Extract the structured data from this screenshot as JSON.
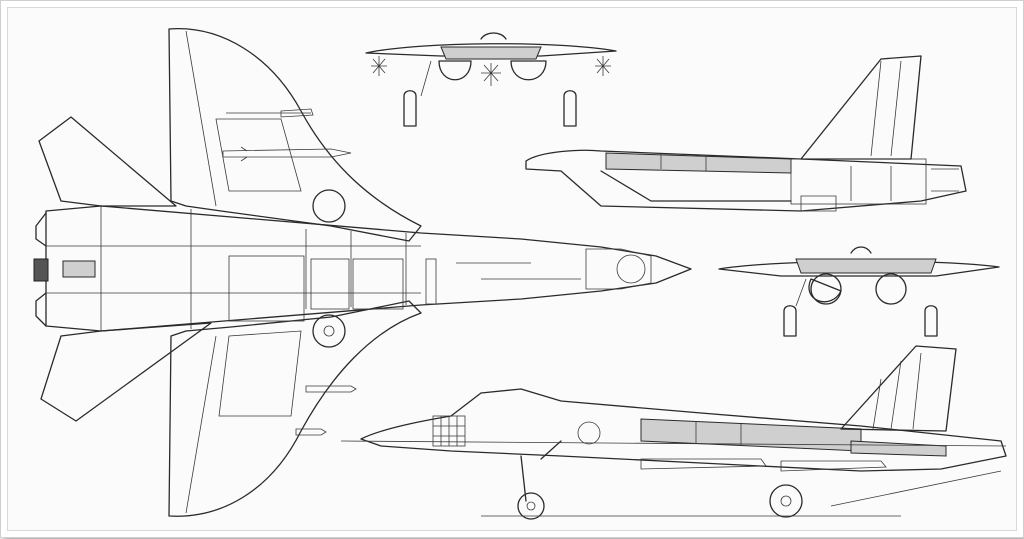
{
  "drawing": {
    "views": [
      "top-plan",
      "front",
      "side-upper",
      "front-lower",
      "side-lower"
    ],
    "colors": {
      "line": "#2a2a2a",
      "paper": "#fbfbfb",
      "shade": "#cfcfcf"
    }
  }
}
